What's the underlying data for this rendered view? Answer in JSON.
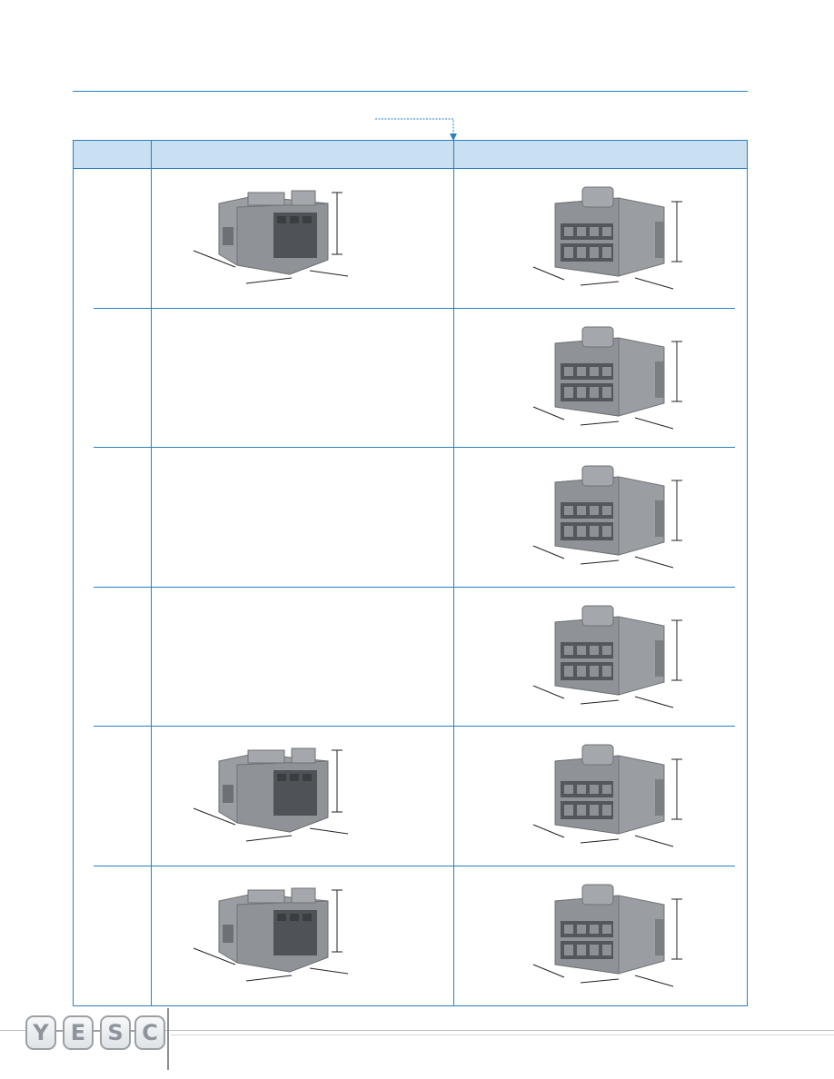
{
  "document": {
    "table": {
      "columns": [
        "",
        "",
        ""
      ],
      "rows": [
        {
          "label": "",
          "male": true,
          "female": true
        },
        {
          "label": "",
          "male": false,
          "female": true
        },
        {
          "label": "",
          "male": false,
          "female": true
        },
        {
          "label": "",
          "male": false,
          "female": true
        },
        {
          "label": "",
          "male": true,
          "female": true
        },
        {
          "label": "",
          "male": true,
          "female": true
        }
      ]
    }
  },
  "footer": {
    "logo_letters": [
      "Y",
      "E",
      "S",
      "C"
    ]
  },
  "colors": {
    "accent": "#2a7fc0",
    "header_fill": "#c9dff2",
    "connector_gray": "#8f9296"
  }
}
